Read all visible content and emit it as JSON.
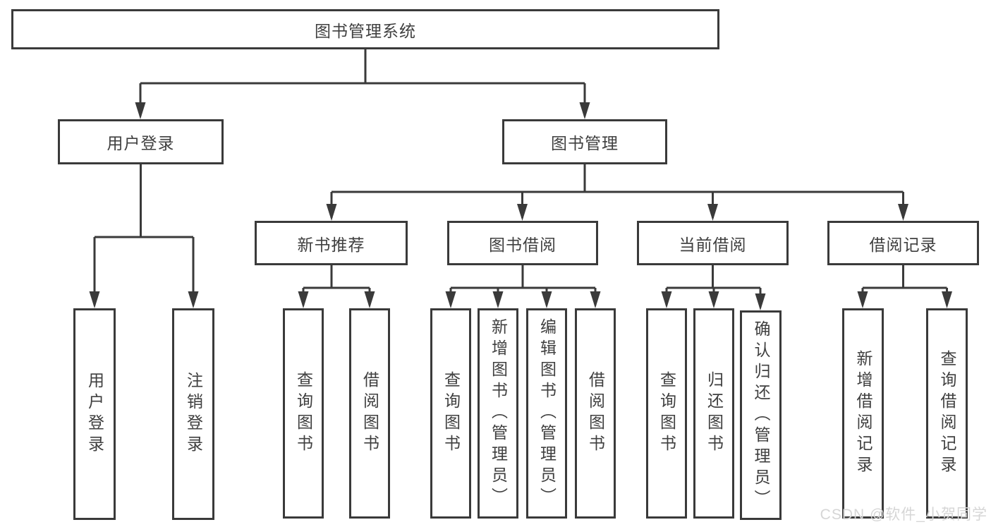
{
  "tree": {
    "root": "图书管理系统",
    "level2": [
      "用户登录",
      "图书管理"
    ],
    "user_login_children": [
      "用户登录",
      "注销登录"
    ],
    "level3": [
      "新书推荐",
      "图书借阅",
      "当前借阅",
      "借阅记录"
    ],
    "new_book_children": [
      "查询图书",
      "借阅图书"
    ],
    "borrow_children": [
      "查询图书",
      "新增图书（管理员）",
      "编辑图书（管理员）",
      "借阅图书"
    ],
    "current_children": [
      "查询图书",
      "归还图书",
      "确认归还（管理员）"
    ],
    "record_children": [
      "新增借阅记录",
      "查询借阅记录"
    ]
  },
  "watermark": "CSDN @软件_小贺同学",
  "colors": {
    "line": "#3a3a3a",
    "box_border": "#3a3a3a",
    "text": "#3f3f3f",
    "background": "#ffffff",
    "watermark_text": "#d6d6d6"
  }
}
